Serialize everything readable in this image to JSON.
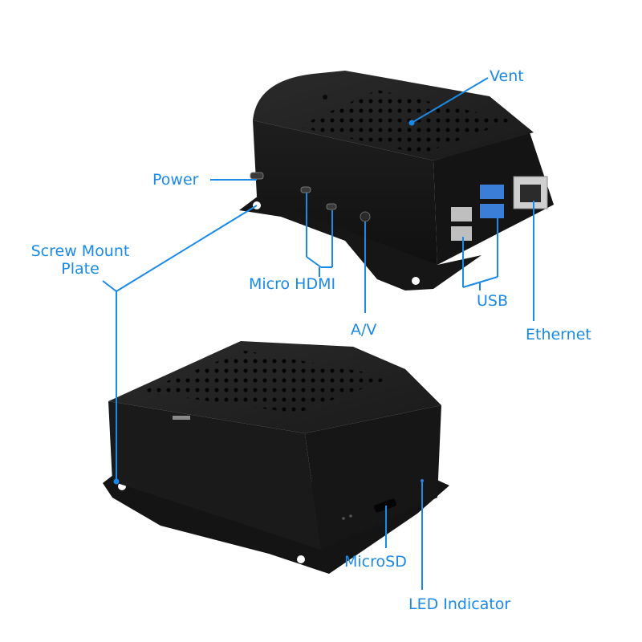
{
  "diagram": {
    "subject": "Black aluminum case with screw mount plate (top view and bottom view)",
    "accent_color": "#1a8ae6",
    "case_color": "#1c1c1c",
    "labels": {
      "vent": "Vent",
      "power": "Power",
      "screw_mount_plate_line1": "Screw Mount",
      "screw_mount_plate_line2": "Plate",
      "micro_hdmi": "Micro HDMI",
      "av": "A/V",
      "usb": "USB",
      "ethernet": "Ethernet",
      "microsd": "MicroSD",
      "led_indicator": "LED Indicator"
    }
  }
}
